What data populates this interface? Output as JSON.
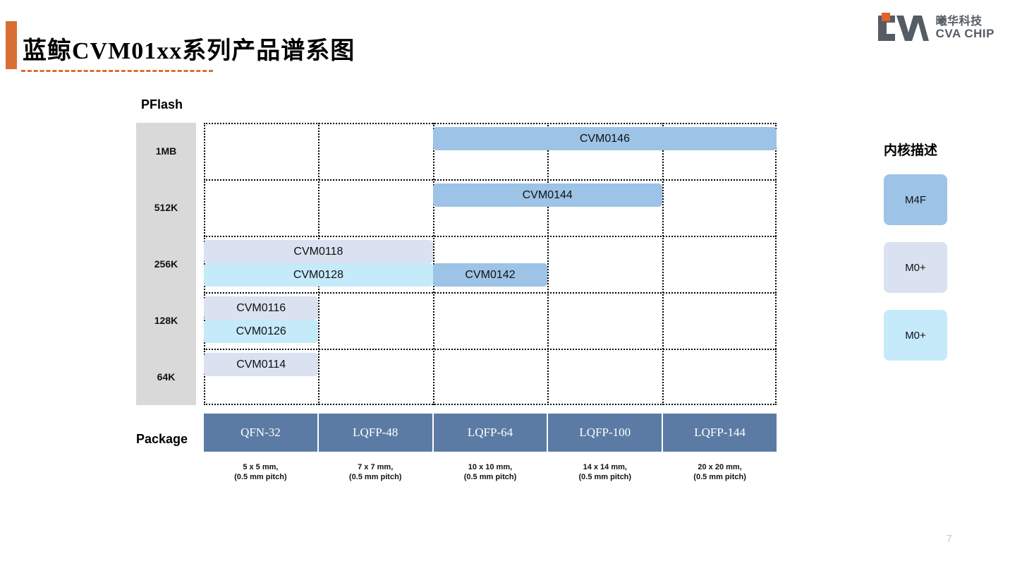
{
  "header": {
    "title": "蓝鲸CVM01xx系列产品谱系图",
    "accent_color": "#d96e35"
  },
  "logo": {
    "name_cn": "曦华科技",
    "name_en": "CVA CHIP",
    "mark_color": "#555c63",
    "accent_color": "#e2622c"
  },
  "chart_data": {
    "type": "table",
    "title": "蓝鲸CVM01xx系列产品谱系图",
    "xlabel": "Package",
    "ylabel": "PFlash",
    "grid": true,
    "categories": [
      "QFN-32",
      "LQFP-48",
      "LQFP-64",
      "LQFP-100",
      "LQFP-144"
    ],
    "y_ticks": [
      "1MB",
      "512K",
      "256K",
      "128K",
      "64K"
    ],
    "products": [
      {
        "name": "CVM0146",
        "flash": "1MB",
        "col_start": 3,
        "col_end": 5,
        "core": "M4F",
        "color": "#9dc3e6",
        "row": 0,
        "slot": 0
      },
      {
        "name": "CVM0144",
        "flash": "512K",
        "col_start": 3,
        "col_end": 4,
        "core": "M4F",
        "color": "#9dc3e6",
        "row": 1,
        "slot": 0
      },
      {
        "name": "CVM0118",
        "flash": "256K",
        "col_start": 1,
        "col_end": 2,
        "core": "M0+",
        "color": "#dae1f0",
        "row": 2,
        "slot": 0
      },
      {
        "name": "CVM0128",
        "flash": "256K",
        "col_start": 1,
        "col_end": 2,
        "core": "M0+",
        "color": "#c5eafa",
        "row": 2,
        "slot": 1
      },
      {
        "name": "CVM0142",
        "flash": "256K",
        "col_start": 3,
        "col_end": 3,
        "core": "M4F",
        "color": "#9dc3e6",
        "row": 2,
        "slot": 1
      },
      {
        "name": "CVM0116",
        "flash": "128K",
        "col_start": 1,
        "col_end": 1,
        "core": "M0+",
        "color": "#dae1f0",
        "row": 3,
        "slot": 0
      },
      {
        "name": "CVM0126",
        "flash": "128K",
        "col_start": 1,
        "col_end": 1,
        "core": "M0+",
        "color": "#c5eafa",
        "row": 3,
        "slot": 1
      },
      {
        "name": "CVM0114",
        "flash": "64K",
        "col_start": 1,
        "col_end": 1,
        "core": "M0+",
        "color": "#dae1f0",
        "row": 4,
        "slot": 0
      }
    ],
    "package_dimensions": [
      {
        "size": "5 x 5 mm,",
        "pitch": "(0.5 mm pitch)"
      },
      {
        "size": "7 x 7 mm,",
        "pitch": "(0.5 mm pitch)"
      },
      {
        "size": "10 x 10 mm,",
        "pitch": "(0.5 mm pitch)"
      },
      {
        "size": "14 x 14 mm,",
        "pitch": "(0.5 mm pitch)"
      },
      {
        "size": "20 x 20 mm,",
        "pitch": "(0.5 mm pitch)"
      }
    ]
  },
  "axis": {
    "pflash_label": "PFlash",
    "package_label": "Package",
    "scale_color": "#d9d9d9",
    "package_header_color": "#5b7ba4"
  },
  "legend": {
    "title": "内核描述",
    "items": [
      {
        "label": "M4F",
        "color": "#9dc3e6"
      },
      {
        "label": "M0+",
        "color": "#dae1f0"
      },
      {
        "label": "M0+",
        "color": "#c5eafa"
      }
    ]
  },
  "footer": {
    "page_number": "7"
  }
}
